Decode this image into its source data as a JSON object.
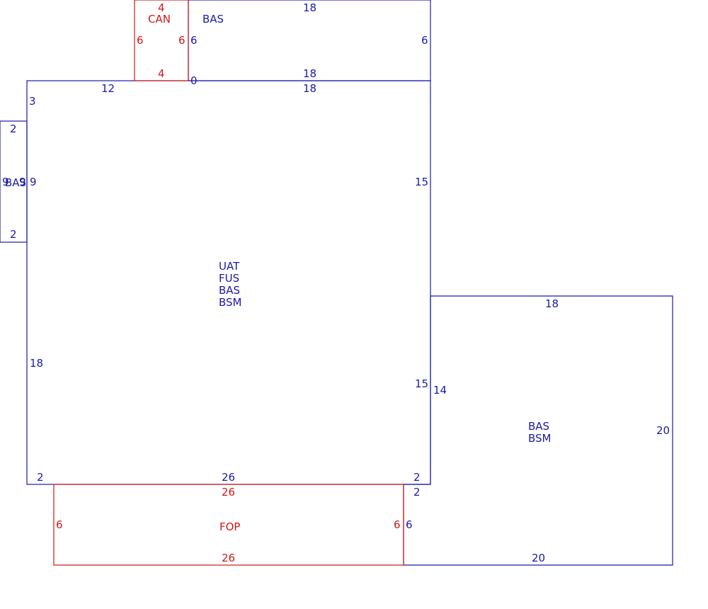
{
  "colors": {
    "main_line": "#1a1aa6",
    "addition_line": "#d01818"
  },
  "areas": {
    "main": {
      "codes": [
        "UAT",
        "FUS",
        "BAS",
        "BSM"
      ],
      "dims": {
        "top_left": "12",
        "top_right": "18",
        "left_upper": "3",
        "left_lower": "18",
        "right_upper": "15",
        "right_lower": "15",
        "bottom": "26",
        "bottom_left": "2",
        "bottom_right": "2"
      }
    },
    "top_right_bas": {
      "codes": [
        "BAS"
      ],
      "dims": {
        "top": "18",
        "bottom": "18",
        "left": "6",
        "right": "6",
        "corner": "0"
      }
    },
    "can": {
      "codes": [
        "CAN"
      ],
      "dims": {
        "top": "4",
        "bottom": "4",
        "left": "6",
        "right": "6"
      }
    },
    "left_bas": {
      "codes": [
        "BAS"
      ],
      "dims": {
        "top": "2",
        "bottom": "2",
        "left": "9",
        "right": "9",
        "inner_right": "9"
      }
    },
    "lower_right": {
      "codes": [
        "BAS",
        "BSM"
      ],
      "dims": {
        "top": "18",
        "left": "14",
        "right": "20",
        "bottom": "20",
        "step_top": "2",
        "step_left": "6"
      }
    },
    "fop": {
      "codes": [
        "FOP"
      ],
      "dims": {
        "top": "26",
        "bottom": "26",
        "left": "6",
        "right": "6"
      }
    }
  }
}
